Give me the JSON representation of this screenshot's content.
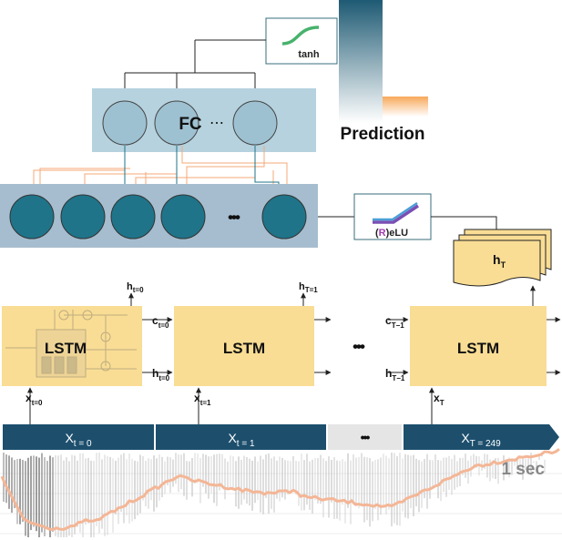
{
  "diagram": {
    "output": {
      "activation_label": "tanh",
      "prediction_label": "Prediction"
    },
    "fc_layer": {
      "label": "FC",
      "ellipsis": "⋯"
    },
    "hidden_layer": {
      "ellipsis": "•••"
    },
    "relu_box": {
      "paren_open": "(",
      "letter": "R",
      "paren_close": ")",
      "suffix": "eLU"
    },
    "hidden_state_stack": {
      "symbol": "h",
      "subscript": "T"
    },
    "lstm_cells": [
      {
        "label": "LSTM",
        "h_out_symbol": "h",
        "h_out_sub": "t=0",
        "c_right_symbol": "c",
        "c_right_sub": "t=0",
        "h_right_symbol": "h",
        "h_right_sub": "t=0",
        "x_in_symbol": "x",
        "x_in_sub": "t=0"
      },
      {
        "label": "LSTM",
        "h_out_symbol": "h",
        "h_out_sub": "T=1",
        "x_in_symbol": "x",
        "x_in_sub": "t=1"
      },
      {
        "label": "LSTM",
        "c_left_symbol": "c",
        "c_left_sub": "T−1",
        "h_left_symbol": "h",
        "h_left_sub": "T−1",
        "x_in_symbol": "x",
        "x_in_sub": "T"
      }
    ],
    "lstm_ellipsis": "•••",
    "timeline": {
      "segments": [
        {
          "symbol": "X",
          "sub": "t = 0"
        },
        {
          "symbol": "X",
          "sub": "t = 1"
        },
        {
          "symbol": "",
          "sub": "",
          "text": "•••"
        },
        {
          "symbol": "X",
          "sub": "T = 249"
        }
      ]
    },
    "signal": {
      "scale_label": "1 sec"
    },
    "colors": {
      "node_fill": "#1f7489",
      "layer_band": "#a6bdcf",
      "fc_band": "#b6d2df",
      "lstm_fill": "#f9dd95",
      "timeline_blue": "#1d4f6d",
      "timeline_grey": "#e5e5e5",
      "connection_orange": "#f5a877",
      "envelope_orange": "#f4b696",
      "prediction_gradient_top": "#1e5a73",
      "prediction_orange": "#f7a85a"
    }
  }
}
